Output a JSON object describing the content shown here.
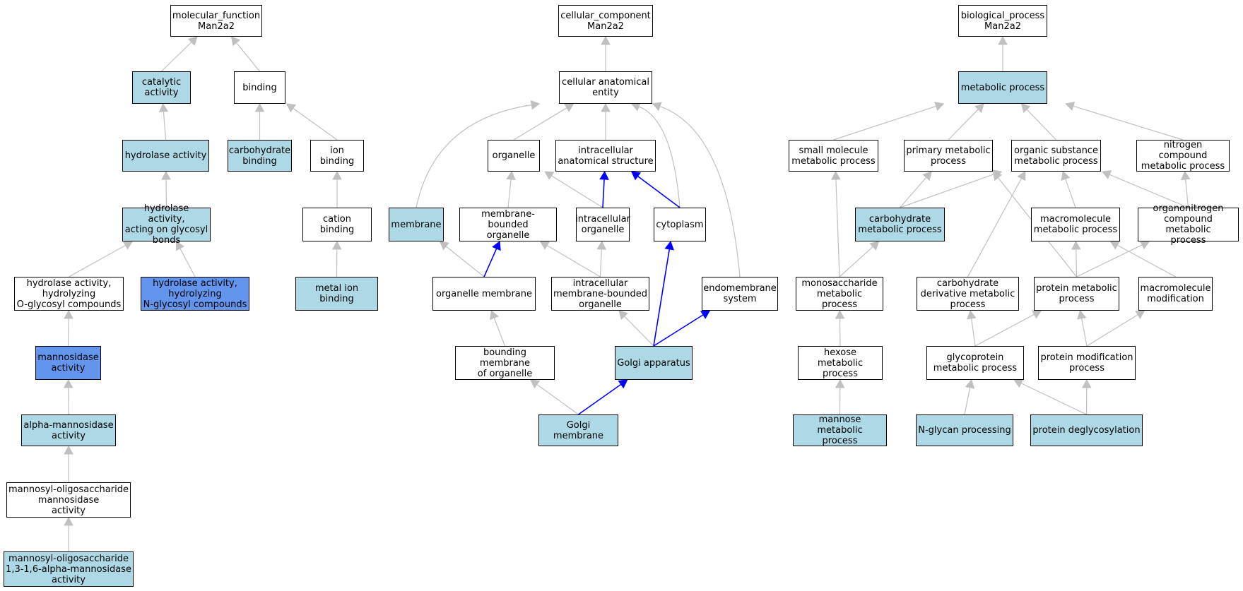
{
  "colors": {
    "plain": "#ffffff",
    "light": "#add8e6",
    "dark": "#6495ed",
    "edge_gray": "#c0c0c0",
    "edge_blue": "#0000ff"
  },
  "nodes": [
    {
      "id": "mf_root",
      "label": "molecular_function\nMan2a2",
      "fill": "plain"
    },
    {
      "id": "catalytic",
      "label": "catalytic activity",
      "fill": "light"
    },
    {
      "id": "binding",
      "label": "binding",
      "fill": "plain"
    },
    {
      "id": "hydrolase",
      "label": "hydrolase activity",
      "fill": "light"
    },
    {
      "id": "carb_binding",
      "label": "carbohydrate\nbinding",
      "fill": "light"
    },
    {
      "id": "ion_binding",
      "label": "ion binding",
      "fill": "plain"
    },
    {
      "id": "hyd_glyc",
      "label": "hydrolase activity,\nacting on glycosyl\nbonds",
      "fill": "light"
    },
    {
      "id": "cation_binding",
      "label": "cation binding",
      "fill": "plain"
    },
    {
      "id": "hyd_oglyc",
      "label": "hydrolase activity,\nhydrolyzing\nO-glycosyl compounds",
      "fill": "plain"
    },
    {
      "id": "hyd_nglyc",
      "label": "hydrolase activity,\nhydrolyzing\nN-glycosyl compounds",
      "fill": "dark"
    },
    {
      "id": "metal_ion",
      "label": "metal ion binding",
      "fill": "light"
    },
    {
      "id": "mannosidase",
      "label": "mannosidase\nactivity",
      "fill": "dark"
    },
    {
      "id": "alpha_mann",
      "label": "alpha-mannosidase\nactivity",
      "fill": "light"
    },
    {
      "id": "mannosyl_oligo",
      "label": "mannosyl-oligosaccharide\nmannosidase\nactivity",
      "fill": "plain"
    },
    {
      "id": "mannosyl_13",
      "label": "mannosyl-oligosaccharide\n1,3-1,6-alpha-mannosidase\nactivity",
      "fill": "light"
    },
    {
      "id": "cc_root",
      "label": "cellular_component\nMan2a2",
      "fill": "plain"
    },
    {
      "id": "cae",
      "label": "cellular anatomical\nentity",
      "fill": "plain"
    },
    {
      "id": "organelle",
      "label": "organelle",
      "fill": "plain"
    },
    {
      "id": "ias",
      "label": "intracellular\nanatomical structure",
      "fill": "plain"
    },
    {
      "id": "membrane",
      "label": "membrane",
      "fill": "light"
    },
    {
      "id": "mbo",
      "label": "membrane-bounded\norganelle",
      "fill": "plain"
    },
    {
      "id": "intra_org",
      "label": "intracellular\norganelle",
      "fill": "plain"
    },
    {
      "id": "cytoplasm",
      "label": "cytoplasm",
      "fill": "plain"
    },
    {
      "id": "org_membrane",
      "label": "organelle membrane",
      "fill": "plain"
    },
    {
      "id": "imbo",
      "label": "intracellular\nmembrane-bounded\norganelle",
      "fill": "plain"
    },
    {
      "id": "endomembrane",
      "label": "endomembrane\nsystem",
      "fill": "plain"
    },
    {
      "id": "bmo",
      "label": "bounding membrane\nof organelle",
      "fill": "plain"
    },
    {
      "id": "golgi",
      "label": "Golgi apparatus",
      "fill": "light"
    },
    {
      "id": "golgi_mem",
      "label": "Golgi membrane",
      "fill": "light"
    },
    {
      "id": "bp_root",
      "label": "biological_process\nMan2a2",
      "fill": "plain"
    },
    {
      "id": "metabolic",
      "label": "metabolic process",
      "fill": "light"
    },
    {
      "id": "small_mol",
      "label": "small molecule\nmetabolic process",
      "fill": "plain"
    },
    {
      "id": "primary_met",
      "label": "primary metabolic\nprocess",
      "fill": "plain"
    },
    {
      "id": "org_subst",
      "label": "organic substance\nmetabolic process",
      "fill": "plain"
    },
    {
      "id": "nitrogen",
      "label": "nitrogen compound\nmetabolic process",
      "fill": "plain"
    },
    {
      "id": "carb_met",
      "label": "carbohydrate\nmetabolic process",
      "fill": "light"
    },
    {
      "id": "macromol_met",
      "label": "macromolecule\nmetabolic process",
      "fill": "plain"
    },
    {
      "id": "organonitrogen",
      "label": "organonitrogen\ncompound metabolic\nprocess",
      "fill": "plain"
    },
    {
      "id": "monosacch",
      "label": "monosaccharide\nmetabolic process",
      "fill": "plain"
    },
    {
      "id": "carb_deriv",
      "label": "carbohydrate\nderivative metabolic\nprocess",
      "fill": "plain"
    },
    {
      "id": "protein_met",
      "label": "protein metabolic\nprocess",
      "fill": "plain"
    },
    {
      "id": "macromol_mod",
      "label": "macromolecule\nmodification",
      "fill": "plain"
    },
    {
      "id": "hexose",
      "label": "hexose metabolic\nprocess",
      "fill": "plain"
    },
    {
      "id": "glycoprotein",
      "label": "glycoprotein\nmetabolic process",
      "fill": "plain"
    },
    {
      "id": "protein_mod",
      "label": "protein modification\nprocess",
      "fill": "plain"
    },
    {
      "id": "mannose_met",
      "label": "mannose metabolic\nprocess",
      "fill": "light"
    },
    {
      "id": "nglycan",
      "label": "N-glycan processing",
      "fill": "light"
    },
    {
      "id": "deglyc",
      "label": "protein deglycosylation",
      "fill": "light"
    }
  ],
  "edges": [
    {
      "from": "catalytic",
      "to": "mf_root",
      "color": "gray"
    },
    {
      "from": "binding",
      "to": "mf_root",
      "color": "gray"
    },
    {
      "from": "hydrolase",
      "to": "catalytic",
      "color": "gray"
    },
    {
      "from": "carb_binding",
      "to": "binding",
      "color": "gray"
    },
    {
      "from": "ion_binding",
      "to": "binding",
      "color": "gray"
    },
    {
      "from": "hyd_glyc",
      "to": "hydrolase",
      "color": "gray"
    },
    {
      "from": "cation_binding",
      "to": "ion_binding",
      "color": "gray"
    },
    {
      "from": "hyd_oglyc",
      "to": "hyd_glyc",
      "color": "gray"
    },
    {
      "from": "hyd_nglyc",
      "to": "hyd_glyc",
      "color": "gray"
    },
    {
      "from": "metal_ion",
      "to": "cation_binding",
      "color": "gray"
    },
    {
      "from": "mannosidase",
      "to": "hyd_oglyc",
      "color": "gray"
    },
    {
      "from": "alpha_mann",
      "to": "mannosidase",
      "color": "gray"
    },
    {
      "from": "mannosyl_oligo",
      "to": "alpha_mann",
      "color": "gray"
    },
    {
      "from": "mannosyl_13",
      "to": "mannosyl_oligo",
      "color": "gray"
    },
    {
      "from": "cae",
      "to": "cc_root",
      "color": "gray"
    },
    {
      "from": "organelle",
      "to": "cae",
      "color": "gray"
    },
    {
      "from": "ias",
      "to": "cae",
      "color": "gray"
    },
    {
      "from": "membrane",
      "to": "cae",
      "color": "gray",
      "curve": true
    },
    {
      "from": "cytoplasm",
      "to": "cae",
      "color": "gray",
      "curve": true
    },
    {
      "from": "endomembrane",
      "to": "cae",
      "color": "gray",
      "curve": true
    },
    {
      "from": "mbo",
      "to": "organelle",
      "color": "gray"
    },
    {
      "from": "intra_org",
      "to": "organelle",
      "color": "gray"
    },
    {
      "from": "intra_org",
      "to": "ias",
      "color": "blue"
    },
    {
      "from": "cytoplasm",
      "to": "ias",
      "color": "blue"
    },
    {
      "from": "org_membrane",
      "to": "membrane",
      "color": "gray"
    },
    {
      "from": "org_membrane",
      "to": "mbo",
      "color": "blue"
    },
    {
      "from": "imbo",
      "to": "mbo",
      "color": "gray"
    },
    {
      "from": "imbo",
      "to": "intra_org",
      "color": "gray"
    },
    {
      "from": "bmo",
      "to": "org_membrane",
      "color": "gray"
    },
    {
      "from": "golgi",
      "to": "imbo",
      "color": "gray"
    },
    {
      "from": "golgi",
      "to": "cytoplasm",
      "color": "blue"
    },
    {
      "from": "golgi",
      "to": "endomembrane",
      "color": "blue"
    },
    {
      "from": "golgi_mem",
      "to": "bmo",
      "color": "gray"
    },
    {
      "from": "golgi_mem",
      "to": "golgi",
      "color": "blue"
    },
    {
      "from": "metabolic",
      "to": "bp_root",
      "color": "gray"
    },
    {
      "from": "small_mol",
      "to": "metabolic",
      "color": "gray"
    },
    {
      "from": "primary_met",
      "to": "metabolic",
      "color": "gray"
    },
    {
      "from": "org_subst",
      "to": "metabolic",
      "color": "gray"
    },
    {
      "from": "nitrogen",
      "to": "metabolic",
      "color": "gray"
    },
    {
      "from": "carb_met",
      "to": "primary_met",
      "color": "gray"
    },
    {
      "from": "carb_met",
      "to": "org_subst",
      "color": "gray"
    },
    {
      "from": "macromol_met",
      "to": "org_subst",
      "color": "gray"
    },
    {
      "from": "organonitrogen",
      "to": "org_subst",
      "color": "gray"
    },
    {
      "from": "organonitrogen",
      "to": "nitrogen",
      "color": "gray"
    },
    {
      "from": "monosacch",
      "to": "small_mol",
      "color": "gray"
    },
    {
      "from": "monosacch",
      "to": "carb_met",
      "color": "gray"
    },
    {
      "from": "carb_deriv",
      "to": "org_subst",
      "color": "gray"
    },
    {
      "from": "protein_met",
      "to": "primary_met",
      "color": "gray"
    },
    {
      "from": "protein_met",
      "to": "macromol_met",
      "color": "gray"
    },
    {
      "from": "protein_met",
      "to": "organonitrogen",
      "color": "gray"
    },
    {
      "from": "macromol_mod",
      "to": "macromol_met",
      "color": "gray"
    },
    {
      "from": "hexose",
      "to": "monosacch",
      "color": "gray"
    },
    {
      "from": "glycoprotein",
      "to": "carb_deriv",
      "color": "gray"
    },
    {
      "from": "glycoprotein",
      "to": "protein_met",
      "color": "gray"
    },
    {
      "from": "protein_mod",
      "to": "protein_met",
      "color": "gray"
    },
    {
      "from": "protein_mod",
      "to": "macromol_mod",
      "color": "gray"
    },
    {
      "from": "mannose_met",
      "to": "hexose",
      "color": "gray"
    },
    {
      "from": "nglycan",
      "to": "glycoprotein",
      "color": "gray"
    },
    {
      "from": "deglyc",
      "to": "glycoprotein",
      "color": "gray"
    },
    {
      "from": "deglyc",
      "to": "protein_mod",
      "color": "gray"
    }
  ]
}
